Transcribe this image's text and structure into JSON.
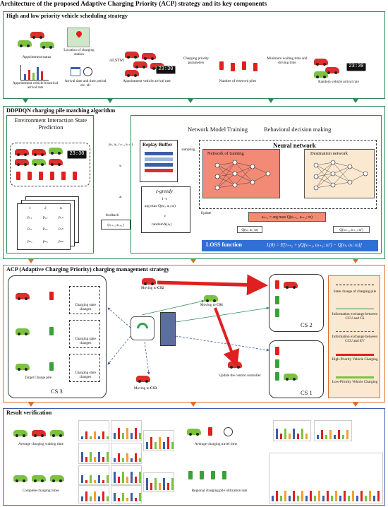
{
  "title": "Architecture of the proposed Adaptive Charging Priority (ACP) strategy and its key components",
  "section1": {
    "title": "High and low priority vehicle scheduling strategy",
    "appointment_status": "Appointment status",
    "location": "Location of charging station",
    "historical": "Appointment vehicle historical arrival rate",
    "arrival_date": "Arrival date and time period etc. all",
    "alstm": "ALSTM",
    "appointment_rate": "Appointment vehicle arrival rate",
    "params": "Charging priority parameters",
    "reserved": "Number of reserved piles",
    "min_wait": "Minimum waiting time and driving time",
    "random_rate": "Random vehicle arrival rate",
    "clock": "23:30"
  },
  "section2": {
    "title": "DDPDQN charging pile matching algorithm",
    "env_title": "Environment Interaction State Prediction",
    "network_training": "Network Model Training",
    "behavioral": "Behavioral decision making",
    "replay_buffer": "Replay Buffer",
    "sampling": "sampling",
    "neural_network": "Neural network",
    "network_of_training": "Network of training",
    "destination_network": "Destination network",
    "greedy": "ε-greedy",
    "greedy_1": "1−ε",
    "greedy_2": "arg max Q(sₜ, aₜ; ϖ)",
    "greedy_3": "ε",
    "greedy_4": "randomA(sₜ)",
    "tuple_top": "(sₜ, aₜ, rₜ₊₁, sₜ₊₁)",
    "st": "sₜ",
    "at": "aₜ",
    "feedback": "feedback",
    "reward": "(rₜ₊₁, sₜ₊₁)",
    "update": "Update",
    "argmax_eq": "aₜ₊₁ = arg max Q(sₜ₊₁, aₜ₊₁; ϖ)",
    "q_train": "Q(sₜ, aₜ; ϖ)",
    "q_target": "Q(sₜ₊₁, aₜ₊₁; ϖ′)",
    "loss_label": "LOSS function",
    "loss_eq": "L(θ) = E[rₜ₊₁ + γQ(sₜ₊₁, aₜ₊₁; ϖ′) − Q(sₜ, aₜ; ϖ)]",
    "matrix_header": [
      "1",
      "2",
      "n"
    ],
    "matrix_rows": [
      [
        "p₁₁",
        "p₁₂",
        "p₁ₙ"
      ],
      [
        "p₂₁",
        "p₂₂",
        "p₂ₙ"
      ],
      [
        "pₙ₁",
        "pₙ₂",
        "pₙₙ"
      ]
    ],
    "clock": "23:30"
  },
  "section3": {
    "title": "ACP (Adaptive Charging Priority) charging management strategy",
    "changes": "Charging state changes",
    "target": "Target Charge pile",
    "cs3": "CS 3",
    "cs2": "CS 2",
    "cs1": "CS 1",
    "moving_cs2_prefix": "Moving to ",
    "moving_cs2": "CS2",
    "moving_cs1_prefix": "Moving to ",
    "moving_cs1": "CS1",
    "moving_cs3_prefix": "Moving to ",
    "moving_cs3": "CS3",
    "update_controller": "Update the central controller",
    "legend": [
      {
        "label": "State change of charging pile",
        "style": "dashed-black"
      },
      {
        "label": "Information exchange between CCU and CS",
        "style": "green-arrow"
      },
      {
        "label": "Information exchange between CCU and EV",
        "style": "blue-dashed"
      },
      {
        "label": "High-Priority Vehicle Charging",
        "style": "red"
      },
      {
        "label": "Low-Priority Vehicle Charging",
        "style": "green"
      }
    ]
  },
  "section4": {
    "title": "Result verification",
    "avg_wait": "Average charging waiting time",
    "avg_travel": "Average charging travel time",
    "complete_times": "Complete charging times",
    "utilization": "Regional charging pile utilization rate"
  },
  "colors": {
    "panel_border": "#2e8b57",
    "section3_border": "#e06c2a",
    "section4_border": "#3a5fa8",
    "high_priority": "#e02020",
    "low_priority": "#7cc242",
    "loss_bg": "#2f6fd6"
  }
}
